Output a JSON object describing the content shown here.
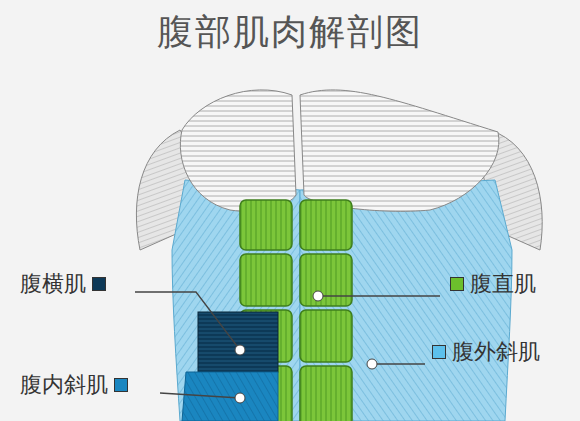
{
  "diagram": {
    "title": "腹部肌肉解剖图",
    "legend": [
      {
        "text": "腹横肌",
        "color": "#0d3957"
      },
      {
        "text": "腹内斜肌",
        "color": "#1a86c0"
      },
      {
        "text": "腹直肌",
        "color": "#6cbf2c"
      },
      {
        "text": "腹外斜肌",
        "color": "#5cc0ec"
      }
    ]
  }
}
